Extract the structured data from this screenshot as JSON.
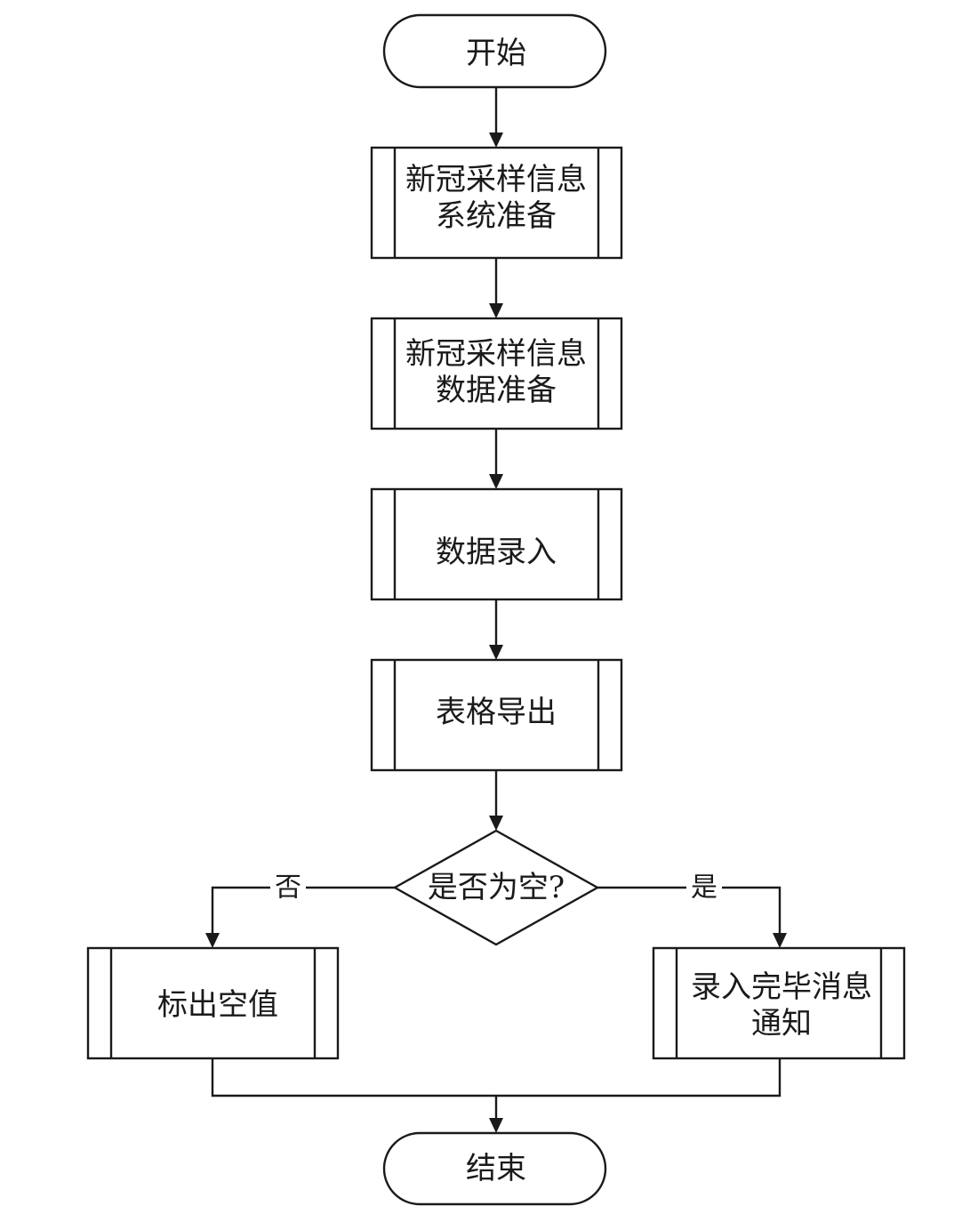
{
  "diagram": {
    "nodes": {
      "start": {
        "lines": [
          "开始"
        ]
      },
      "system_prep": {
        "lines": [
          "新冠采样信息",
          "系统准备"
        ]
      },
      "data_prep": {
        "lines": [
          "新冠采样信息",
          "数据准备"
        ]
      },
      "data_entry": {
        "lines": [
          "数据录入"
        ]
      },
      "export": {
        "lines": [
          "表格导出"
        ]
      },
      "decision": {
        "lines": [
          "是否为空?"
        ]
      },
      "mark_empty": {
        "lines": [
          "标出空值"
        ]
      },
      "notify": {
        "lines": [
          "录入完毕消息",
          "通知"
        ]
      },
      "end": {
        "lines": [
          "结束"
        ]
      }
    },
    "edges": {
      "no_label": "否",
      "yes_label": "是"
    },
    "colors": {
      "stroke": "#1a1a1a",
      "fill": "#ffffff"
    }
  }
}
